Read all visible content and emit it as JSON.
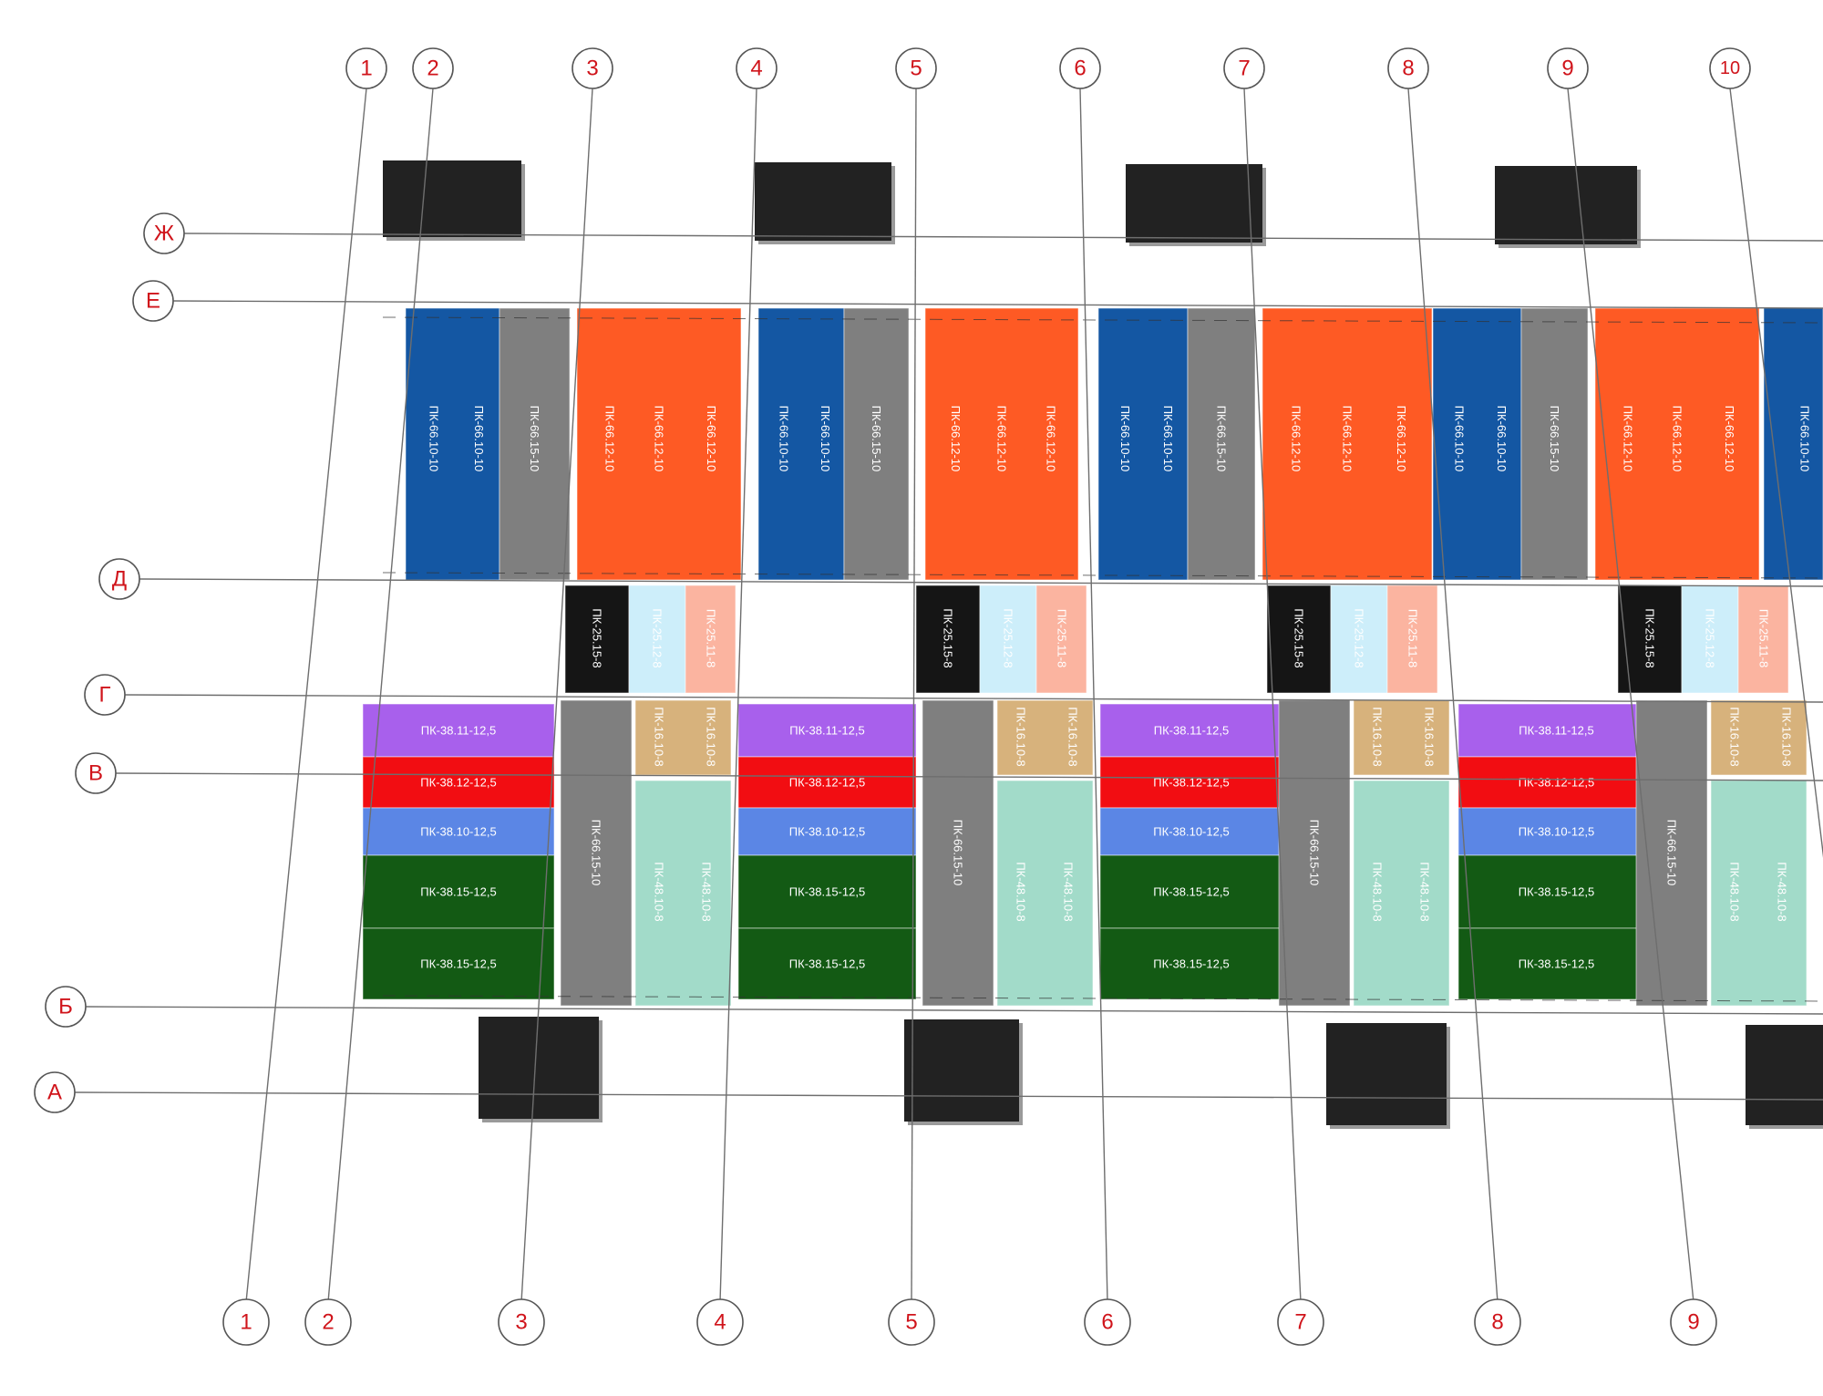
{
  "axes": {
    "numeric_top": [
      "1",
      "2",
      "3",
      "4",
      "5",
      "6",
      "7",
      "8",
      "9",
      "10"
    ],
    "numeric_bottom": [
      "1",
      "2",
      "3",
      "4",
      "5",
      "6",
      "7",
      "8",
      "9"
    ],
    "letter": [
      "Ж",
      "Е",
      "Д",
      "Г",
      "В",
      "Б",
      "А"
    ]
  },
  "slab_labels": {
    "pk66_10_10": "ПК-66.10-10",
    "pk66_15_10": "ПК-66.15-10",
    "pk66_12_10": "ПК-66.12-10",
    "pk25_15_8": "ПК-25.15-8",
    "pk25_12_8": "ПК-25.12-8",
    "pk25_11_8": "ПК-25.11-8",
    "pk38_11": "ПК-38.11-12,5",
    "pk38_12": "ПК-38.12-12,5",
    "pk38_10": "ПК-38.10-12,5",
    "pk38_15": "ПК-38.15-12,5",
    "pk16_10_8": "ПК-16.10-8",
    "pk48_10_8": "ПК-48.10-8"
  },
  "colors": {
    "blue": "#1457a3",
    "gray": "#7f7f7f",
    "orange": "#fe5a24",
    "black": "#151515",
    "light_cyan": "#cdeefa",
    "salmon": "#fbb4a0",
    "purple": "#a860ec",
    "red": "#f20d12",
    "cornflower": "#5b86e5",
    "green": "#135a14",
    "tan": "#d7b27c",
    "mint": "#a2dbc9",
    "axis_text": "#d0141b"
  }
}
